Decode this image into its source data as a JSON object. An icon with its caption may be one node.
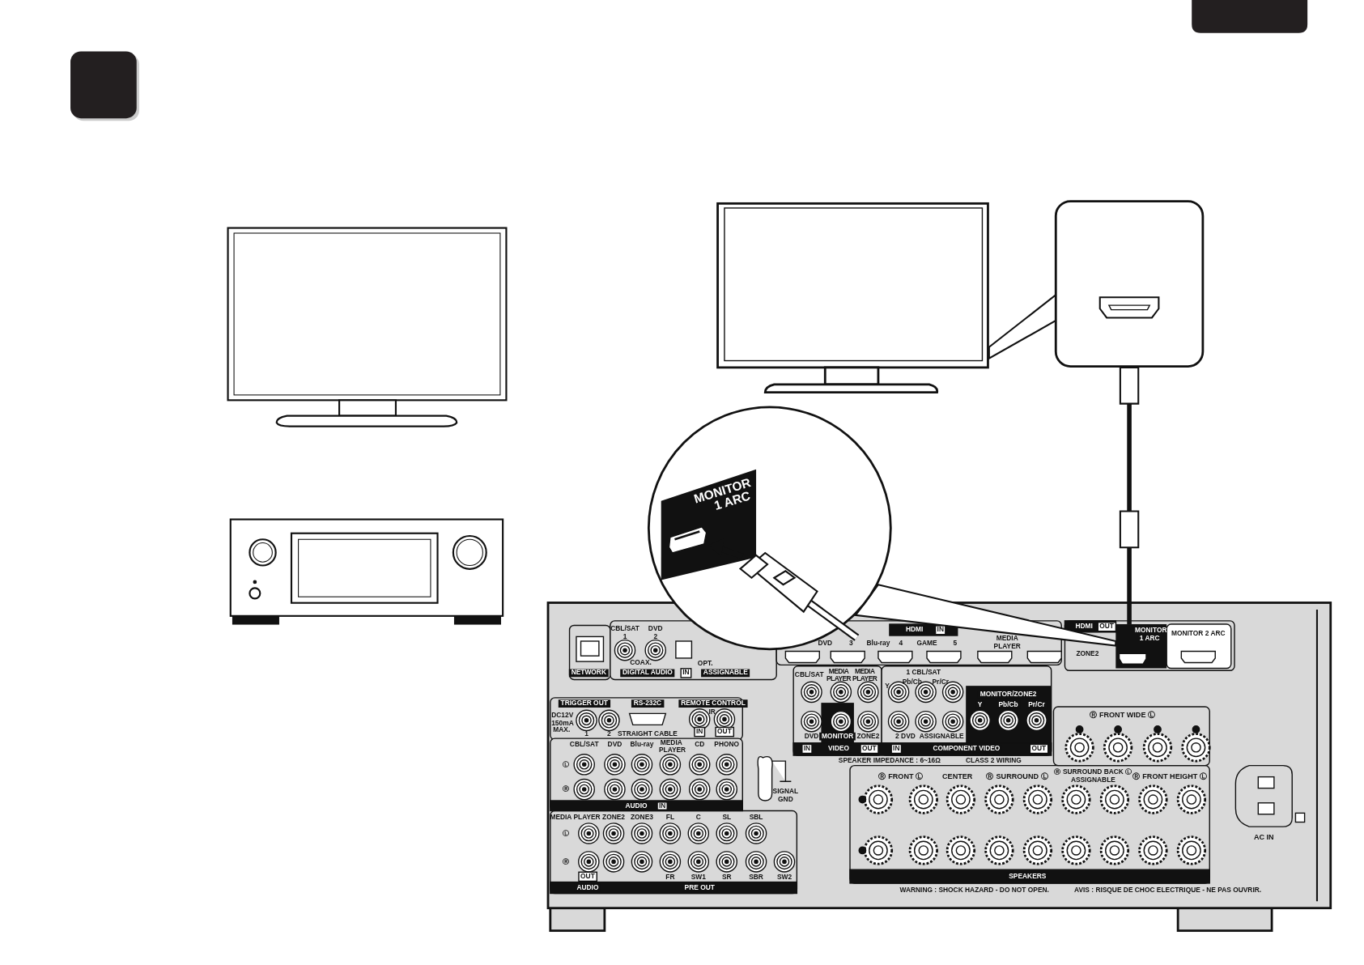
{
  "diagram": {
    "nodes": [
      {
        "text": [],
        "shape": "box"
      },
      {
        "text": [
          "MONITOR 1 ARC"
        ]
      },
      {
        "text": [
          "MONITOR 1 ARC"
        ]
      }
    ],
    "edges": [
      {
        "from": 0,
        "to": 1,
        "arrow": "other"
      }
    ],
    "labels": [
      "CBL/SAT",
      "1",
      "DVD",
      "2",
      "HDMI",
      "IN",
      "DVD",
      "3",
      "Blu-ray",
      "4",
      "GAME",
      "5",
      "MEDIA PLAYER",
      "HDMI",
      "OUT",
      "ZONE2",
      "MONITOR 2 ARC",
      "COAX.",
      "OPT.",
      "NETWORK",
      "DIGITAL AUDIO",
      "IN",
      "ASSIGNABLE",
      "TRIGGER OUT",
      "DC12V 150mA MAX.",
      "1",
      "2",
      "RS-232C",
      "STRAIGHT CABLE",
      "REMOTE CONTROL",
      "IR",
      "IN",
      "OUT",
      "CBL/SAT",
      "MEDIA PLAYER",
      "MEDIA PLAYER",
      "DVD",
      "MONITOR",
      "ZONE2",
      "IN",
      "VIDEO",
      "OUT",
      "1 CBL/SAT",
      "Y",
      "Pb/Cb",
      "Pr/Cr",
      "2 DVD",
      "ASSIGNABLE",
      "IN",
      "COMPONENT VIDEO",
      "OUT",
      "MONITOR/ZONE2",
      "Y",
      "Pb/Cb",
      "Pr/Cr",
      "CBL/SAT",
      "DVD",
      "Blu-ray",
      "MEDIA PLAYER",
      "CD",
      "PHONO",
      "Ⓛ",
      "Ⓡ",
      "AUDIO",
      "IN",
      "SIGNAL GND",
      "MEDIA PLAYER",
      "Ⓛ",
      "Ⓡ",
      "OUT",
      "AUDIO",
      "ZONE2",
      "ZONE3",
      "FL",
      "C",
      "SL",
      "SBL",
      "FR",
      "SW1",
      "SR",
      "SBR",
      "SW2",
      "PRE OUT",
      "SPEAKER IMPEDANCE : 6~16Ω",
      "CLASS 2 WIRING",
      "Ⓡ FRONT WIDE Ⓛ",
      "Ⓡ FRONT Ⓛ",
      "CENTER",
      "Ⓡ SURROUND Ⓛ",
      "Ⓡ SURROUND BACK Ⓛ",
      "ASSIGNABLE",
      "Ⓡ FRONT HEIGHT Ⓛ",
      "SPEAKERS",
      "AC IN",
      "WARNING : SHOCK HAZARD - DO NOT OPEN.",
      "AVIS : RISQUE DE CHOC ELECTRIQUE - NE PAS OUVRIR."
    ]
  }
}
